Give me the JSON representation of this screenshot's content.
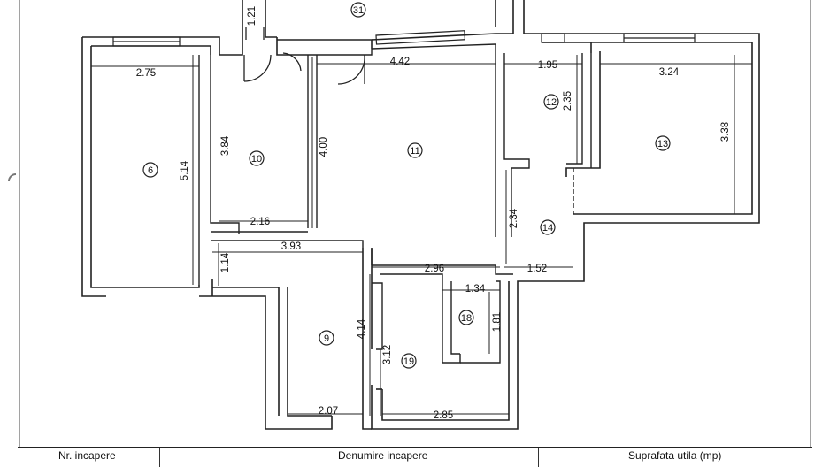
{
  "plan": {
    "rooms": [
      {
        "id": "31",
        "key": "r31"
      },
      {
        "id": "6",
        "key": "r6"
      },
      {
        "id": "10",
        "key": "r10"
      },
      {
        "id": "11",
        "key": "r11"
      },
      {
        "id": "12",
        "key": "r12"
      },
      {
        "id": "13",
        "key": "r13"
      },
      {
        "id": "14",
        "key": "r14"
      },
      {
        "id": "9",
        "key": "r9"
      },
      {
        "id": "18",
        "key": "r18"
      },
      {
        "id": "19",
        "key": "r19"
      }
    ],
    "dimensions": {
      "d_121": "1.21",
      "d_275": "2.75",
      "d_514": "5.14",
      "d_384": "3.84",
      "d_216": "2.16",
      "d_400": "4.00",
      "d_442": "4.42",
      "d_393": "3.93",
      "d_114": "1.14",
      "d_195": "1.95",
      "d_235": "2.35",
      "d_324": "3.24",
      "d_338": "3.38",
      "d_234": "2.34",
      "d_296": "2.96",
      "d_152": "1.52",
      "d_134": "1.34",
      "d_181": "1.81",
      "d_414": "4.14",
      "d_312": "3.12",
      "d_207": "2.07",
      "d_285": "2.85"
    }
  },
  "table_header": {
    "col1": "Nr. incapere",
    "col2": "Denumire incapere",
    "col3": "Suprafata utila (mp)"
  }
}
